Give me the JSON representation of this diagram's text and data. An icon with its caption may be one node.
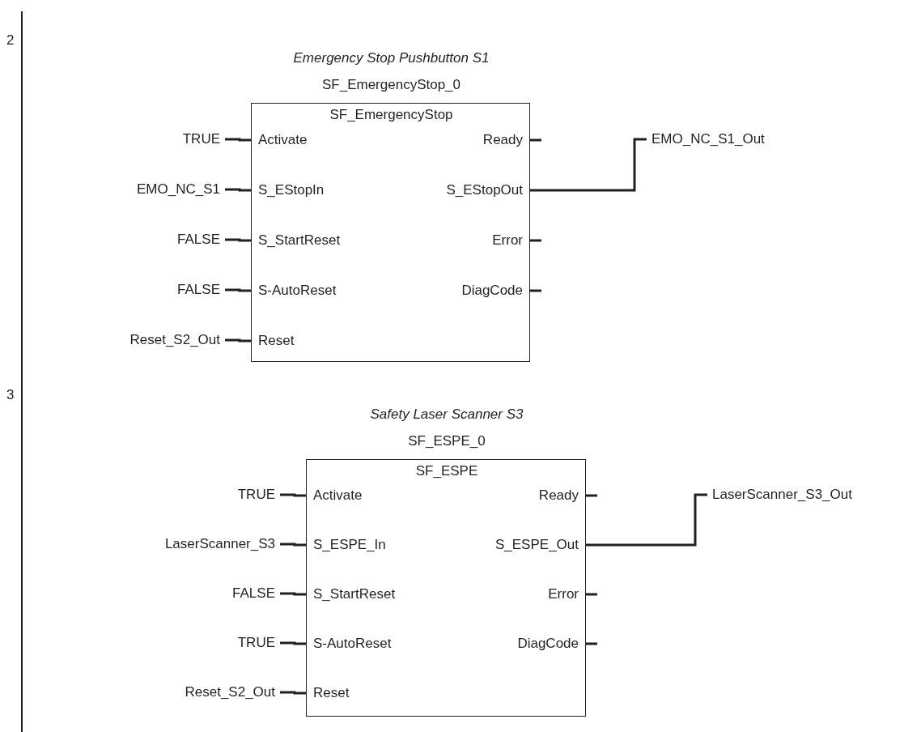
{
  "diagram": {
    "nodes": [
      {
        "text": [
          "SF_EmergencyStop_0",
          "SF_EmergencyStop"
        ],
        "beside": [
          "Emergency Stop Pushbutton S1"
        ]
      },
      {
        "text": [
          "Activate"
        ],
        "in": 0
      },
      {
        "text": [
          "S_EStopIn"
        ],
        "in": 0
      },
      {
        "text": [
          "S_StartReset"
        ],
        "in": 0
      },
      {
        "text": [
          "S-AutoReset"
        ],
        "in": 0
      },
      {
        "text": [
          "Reset"
        ],
        "in": 0
      },
      {
        "text": [
          "Ready"
        ],
        "in": 0
      },
      {
        "text": [
          "S_EStopOut"
        ],
        "in": 0
      },
      {
        "text": [
          "Error"
        ],
        "in": 0
      },
      {
        "text": [
          "DiagCode"
        ],
        "in": 0
      },
      {
        "text": [
          "TRUE"
        ]
      },
      {
        "text": [
          "EMO_NC_S1"
        ]
      },
      {
        "text": [
          "FALSE"
        ]
      },
      {
        "text": [
          "FALSE"
        ]
      },
      {
        "text": [
          "Reset_S2_Out"
        ]
      },
      {
        "text": [
          "EMO_NC_S1_Out"
        ]
      },
      {
        "text": [
          "SF_ESPE_0",
          "SF_ESPE"
        ],
        "beside": [
          "Safety Laser Scanner S3"
        ]
      },
      {
        "text": [
          "Activate"
        ],
        "in": 16
      },
      {
        "text": [
          "S_ESPE_In"
        ],
        "in": 16
      },
      {
        "text": [
          "S_StartReset"
        ],
        "in": 16
      },
      {
        "text": [
          "S-AutoReset"
        ],
        "in": 16
      },
      {
        "text": [
          "Reset"
        ],
        "in": 16
      },
      {
        "text": [
          "Ready"
        ],
        "in": 16
      },
      {
        "text": [
          "S_ESPE_Out"
        ],
        "in": 16
      },
      {
        "text": [
          "Error"
        ],
        "in": 16
      },
      {
        "text": [
          "DiagCode"
        ],
        "in": 16
      },
      {
        "text": [
          "TRUE"
        ]
      },
      {
        "text": [
          "LaserScanner_S3"
        ]
      },
      {
        "text": [
          "FALSE"
        ]
      },
      {
        "text": [
          "TRUE"
        ]
      },
      {
        "text": [
          "Reset_S2_Out"
        ]
      },
      {
        "text": [
          "LaserScanner_S3_Out"
        ]
      }
    ],
    "edges": [
      {
        "from": 10,
        "to": 1,
        "arrow": "none"
      },
      {
        "from": 11,
        "to": 2,
        "arrow": "none"
      },
      {
        "from": 12,
        "to": 3,
        "arrow": "none"
      },
      {
        "from": 13,
        "to": 4,
        "arrow": "none"
      },
      {
        "from": 14,
        "to": 5,
        "arrow": "none"
      },
      {
        "from": 6,
        "to": null,
        "arrow": "none"
      },
      {
        "from": 7,
        "to": 15,
        "arrow": "none"
      },
      {
        "from": 8,
        "to": null,
        "arrow": "none"
      },
      {
        "from": 9,
        "to": null,
        "arrow": "none"
      },
      {
        "from": 26,
        "to": 17,
        "arrow": "none"
      },
      {
        "from": 27,
        "to": 18,
        "arrow": "none"
      },
      {
        "from": 28,
        "to": 19,
        "arrow": "none"
      },
      {
        "from": 29,
        "to": 20,
        "arrow": "none"
      },
      {
        "from": 30,
        "to": 21,
        "arrow": "none"
      },
      {
        "from": 22,
        "to": null,
        "arrow": "none"
      },
      {
        "from": 23,
        "to": 31,
        "arrow": "none"
      },
      {
        "from": 24,
        "to": null,
        "arrow": "none"
      },
      {
        "from": 25,
        "to": null,
        "arrow": "none"
      }
    ],
    "labels": [
      "2",
      "3"
    ]
  }
}
